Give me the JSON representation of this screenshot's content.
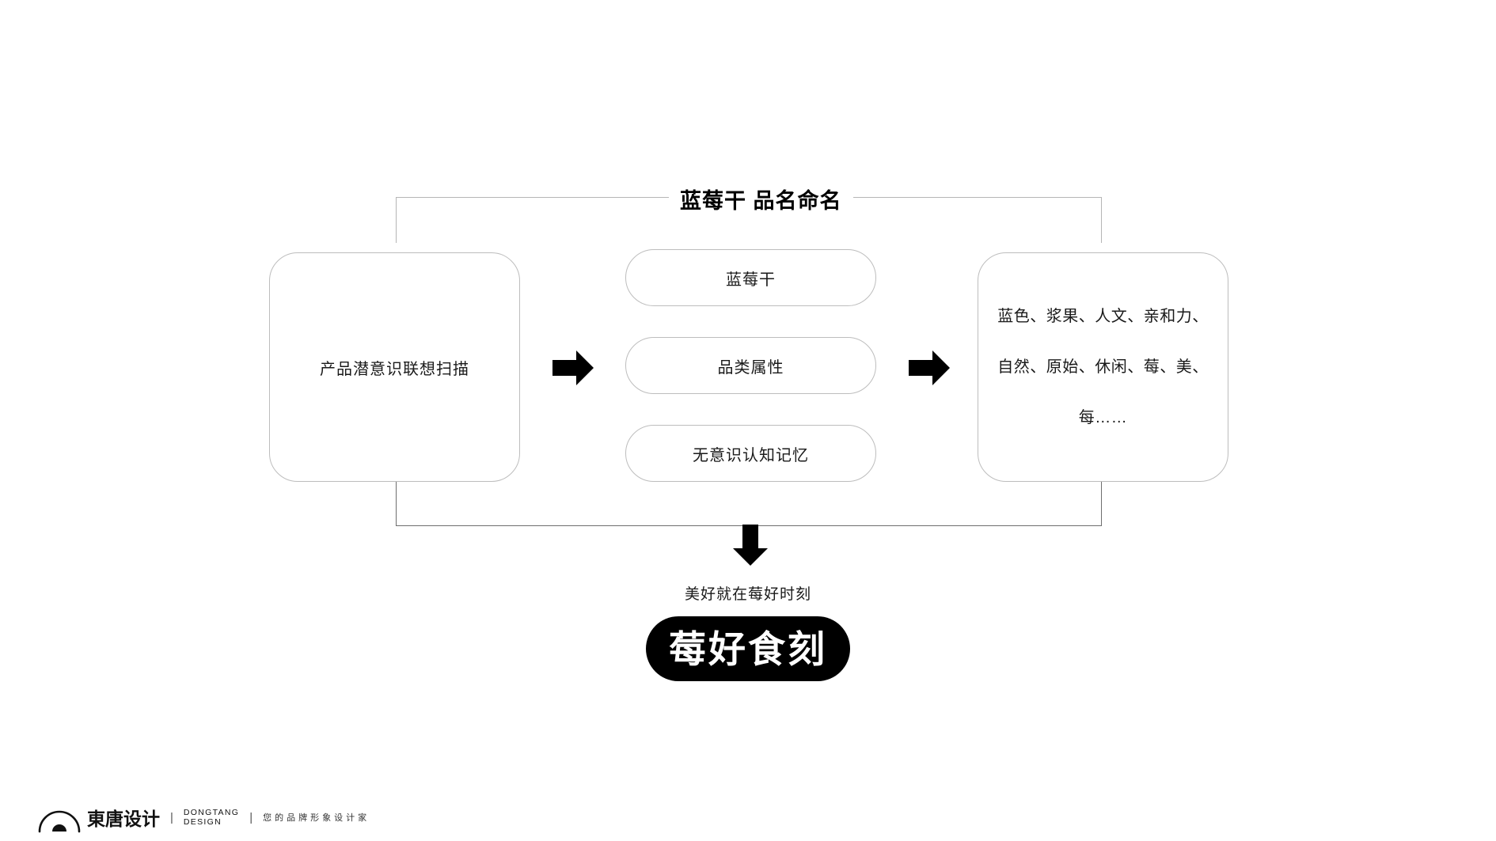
{
  "page": {
    "background": "#ffffff",
    "accent_black": "#000000",
    "line_gray": "#b5b5b5",
    "border_gray": "#bdbdbd"
  },
  "diagram": {
    "title": "蓝莓干 品名命名",
    "left_card": {
      "label": "产品潜意识联想扫描"
    },
    "middle_pills": [
      {
        "label": "蓝莓干"
      },
      {
        "label": "品类属性"
      },
      {
        "label": "无意识认知记忆"
      }
    ],
    "right_card": {
      "label": "蓝色、浆果、人文、亲和力、自然、原始、休闲、莓、美、每……"
    },
    "arrows": {
      "step_1": "arrow-right-icon",
      "step_2": "arrow-right-icon",
      "result": "arrow-down-icon"
    }
  },
  "result": {
    "tagline": "美好就在莓好时刻",
    "brand_name": "莓好食刻"
  },
  "footer": {
    "logo_cn": "東唐设计",
    "separator": "|",
    "logo_en_line1": "DONGTANG",
    "logo_en_line2": "DESIGN",
    "slogan": "您的品牌形象设计家"
  }
}
